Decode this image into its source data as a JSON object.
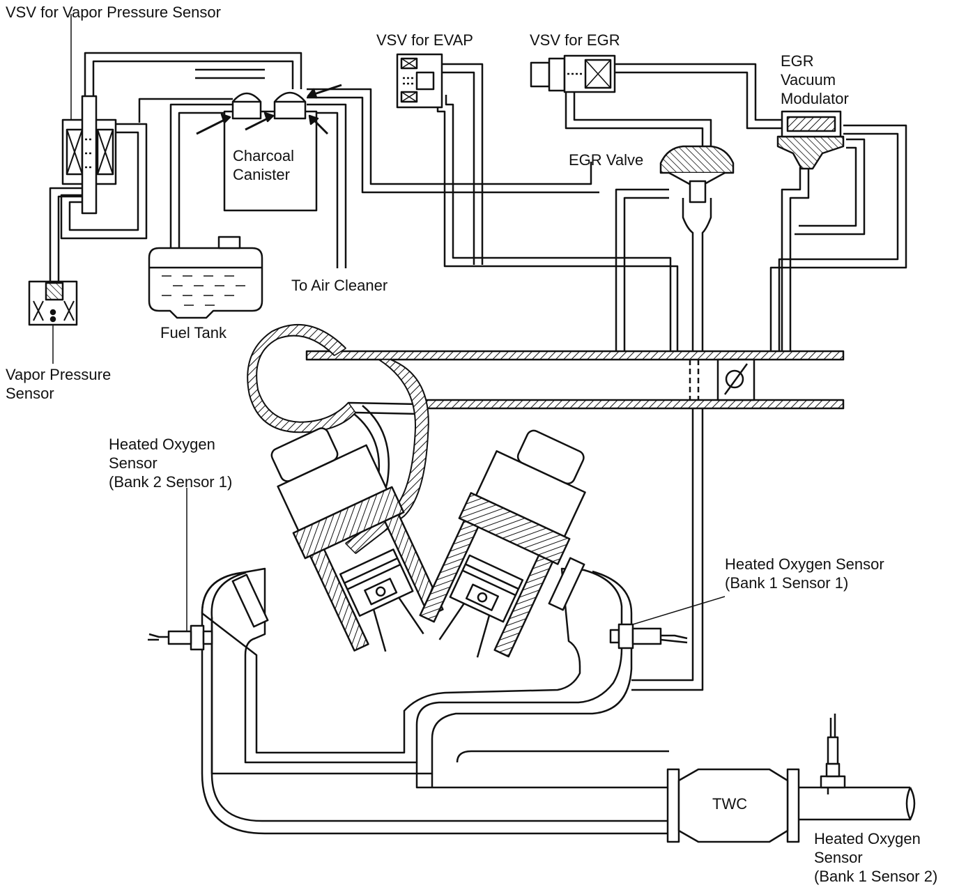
{
  "labels": {
    "vsv_vapor": "VSV for Vapor Pressure Sensor",
    "vsv_evap": "VSV for EVAP",
    "vsv_egr": "VSV for EGR",
    "egr_modulator": [
      "EGR",
      "Vacuum",
      "Modulator"
    ],
    "charcoal_canister": [
      "Charcoal",
      "Canister"
    ],
    "egr_valve": "EGR Valve",
    "to_air_cleaner": "To Air Cleaner",
    "fuel_tank": "Fuel Tank",
    "vapor_pressure_sensor": [
      "Vapor Pressure",
      "Sensor"
    ],
    "ho2s_bank2_s1": [
      "Heated Oxygen",
      "Sensor",
      "(Bank 2 Sensor 1)"
    ],
    "ho2s_bank1_s1": [
      "Heated Oxygen Sensor",
      "(Bank 1 Sensor 1)"
    ],
    "twc": "TWC",
    "ho2s_bank1_s2": [
      "Heated Oxygen",
      "Sensor",
      "(Bank 1 Sensor 2)"
    ]
  }
}
